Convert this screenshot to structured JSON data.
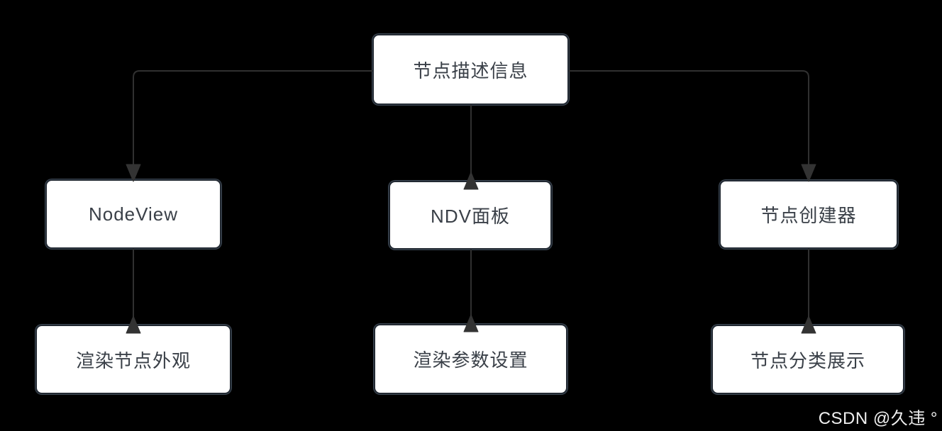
{
  "diagram": {
    "nodes": {
      "root": {
        "label": "节点描述信息"
      },
      "nodeview": {
        "label": "NodeView"
      },
      "ndv_panel": {
        "label": "NDV面板"
      },
      "node_creator": {
        "label": "节点创建器"
      },
      "render_appearance": {
        "label": "渲染节点外观"
      },
      "render_params": {
        "label": "渲染参数设置"
      },
      "category_display": {
        "label": "节点分类展示"
      }
    },
    "edges": [
      {
        "from": "节点描述信息",
        "to": "NodeView"
      },
      {
        "from": "节点描述信息",
        "to": "NDV面板"
      },
      {
        "from": "节点描述信息",
        "to": "节点创建器"
      },
      {
        "from": "NodeView",
        "to": "渲染节点外观"
      },
      {
        "from": "NDV面板",
        "to": "渲染参数设置"
      },
      {
        "from": "节点创建器",
        "to": "节点分类展示"
      }
    ],
    "colors": {
      "background": "#000000",
      "node_fill": "#ffffff",
      "node_border": "#2c343e",
      "node_text": "#3a4048",
      "connector": "#333333"
    }
  },
  "watermark": {
    "text": "CSDN @久违 °"
  }
}
